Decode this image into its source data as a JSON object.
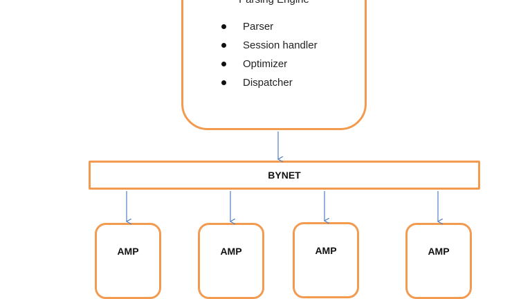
{
  "parsing_engine": {
    "title": "Parsing Engine",
    "components": [
      "Parser",
      "Session handler",
      "Optimizer",
      "Dispatcher"
    ]
  },
  "bynet": {
    "label": "BYNET"
  },
  "amps": [
    {
      "label": "AMP"
    },
    {
      "label": "AMP"
    },
    {
      "label": "AMP"
    },
    {
      "label": "AMP"
    }
  ],
  "colors": {
    "box_border": "#f29a4f",
    "arrow": "#4f7fc4"
  }
}
